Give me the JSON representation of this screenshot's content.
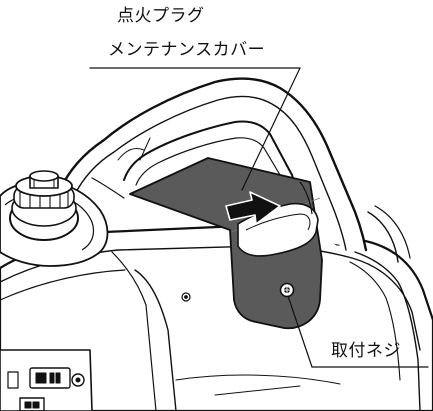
{
  "callouts": {
    "spark_plug_cover_line1": "点火プラグ",
    "spark_plug_cover_line2": "メンテナンスカバー",
    "mounting_screw": "取付ネジ"
  },
  "colors": {
    "line": "#111111",
    "cover_fill": "#595959",
    "body_fill": "#ffffff",
    "arrow_fill": "#111111"
  },
  "icons": {
    "arrow": "slide-direction-arrow-icon",
    "screw": "screw-icon"
  }
}
